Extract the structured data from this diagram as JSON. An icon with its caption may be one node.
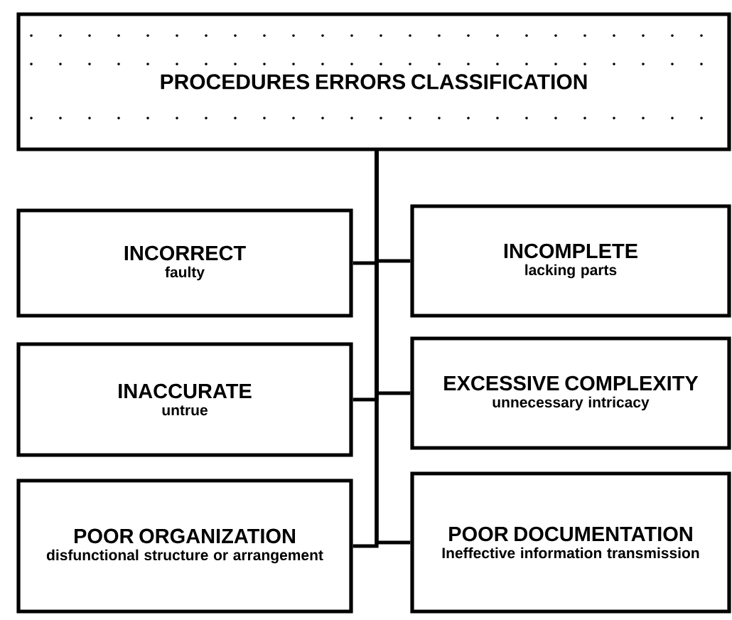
{
  "diagram": {
    "nodes": [
      {
        "text": [
          "PROCEDURES ERRORS CLASSIFICATION"
        ]
      },
      {
        "text": [
          "INCORRECT",
          "faulty"
        ]
      },
      {
        "text": [
          "INCOMPLETE",
          "lacking parts"
        ]
      },
      {
        "text": [
          "INACCURATE",
          "untrue"
        ]
      },
      {
        "text": [
          "EXCESSIVE COMPLEXITY",
          "unnecessary intricacy"
        ]
      },
      {
        "text": [
          "POOR ORGANIZATION",
          "disfunctional structure or arrangement"
        ]
      },
      {
        "text": [
          "POOR DOCUMENTATION",
          "Ineffective information transmission"
        ]
      }
    ],
    "edges": [
      {
        "from": 0,
        "to": 1,
        "arrow": "none"
      },
      {
        "from": 0,
        "to": 2,
        "arrow": "none"
      },
      {
        "from": 0,
        "to": 3,
        "arrow": "none"
      },
      {
        "from": 0,
        "to": 4,
        "arrow": "none"
      },
      {
        "from": 0,
        "to": 5,
        "arrow": "none"
      },
      {
        "from": 0,
        "to": 6,
        "arrow": "none"
      }
    ]
  }
}
